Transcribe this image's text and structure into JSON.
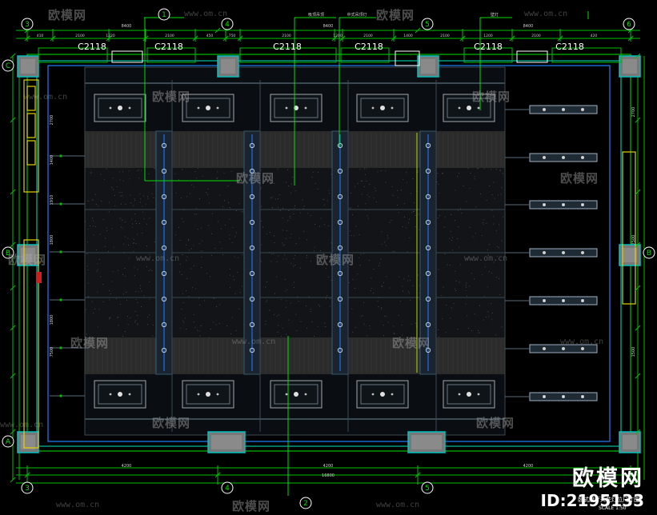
{
  "drawing": {
    "title": "卧式厨厅天花灯位尺寸图",
    "scale": "SCALE  1:50",
    "watermark_brand": "欧模网",
    "watermark_url": "www.om.cn",
    "watermark_id": "ID:2195133"
  },
  "axis_bubbles": {
    "top": [
      "3",
      "4",
      "5",
      "6"
    ],
    "bottom": [
      "3",
      "4",
      "5"
    ],
    "left": [
      "C",
      "B",
      "A"
    ],
    "section_marks": [
      "1",
      "2"
    ]
  },
  "window_tags": [
    "C2118",
    "C2118",
    "C2118",
    "C2118",
    "C2118",
    "C2118"
  ],
  "callouts": [
    "吸顶吊顶",
    "中式吊顶灯",
    "壁灯"
  ],
  "dimensions": {
    "top_overall": [
      "8400",
      "8400",
      "8400"
    ],
    "top_segments": [
      "410",
      "2100",
      "1220",
      "2100",
      "450",
      "750",
      "2100",
      "1200",
      "2100",
      "1400",
      "2100",
      "1200",
      "2100",
      "420"
    ],
    "right_side": [
      "2700",
      "7500",
      "1500"
    ],
    "left_side": [
      "2700",
      "1400",
      "1910",
      "1800",
      "1800",
      "7500"
    ],
    "bottom_overall": [
      "4200",
      "4200",
      "4200",
      "16800"
    ]
  },
  "colors": {
    "background": "#000000",
    "frame": "#00c000",
    "panel": "#3a4a52",
    "ceiling_dark": "#2a2a2a",
    "dim_line": "#00b7ff",
    "column": "#7a7a7a",
    "text": "#d0d0d0"
  }
}
